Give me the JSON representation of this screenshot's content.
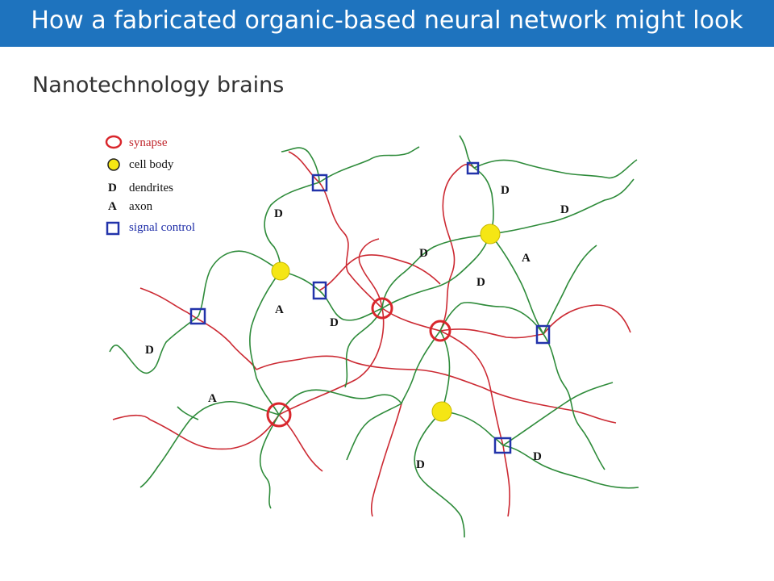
{
  "header": {
    "title": "How a fabricated  organic-based neural network might look"
  },
  "subtitle": "Nanotechnology brains",
  "legend": {
    "synapse": "synapse",
    "cell_body": "cell body",
    "dendrites_symbol": "D",
    "dendrites": "dendrites",
    "axon_symbol": "A",
    "axon": "axon",
    "signal_control": "signal control"
  },
  "colors": {
    "header": "#1e73be",
    "synapse": "#d9262c",
    "cell_body": "#f5e614",
    "signal_control": "#2233aa",
    "axon_path": "#cc2a33",
    "dendrite_path": "#2e8b3a"
  },
  "labels": {
    "d": "D",
    "a": "A"
  }
}
